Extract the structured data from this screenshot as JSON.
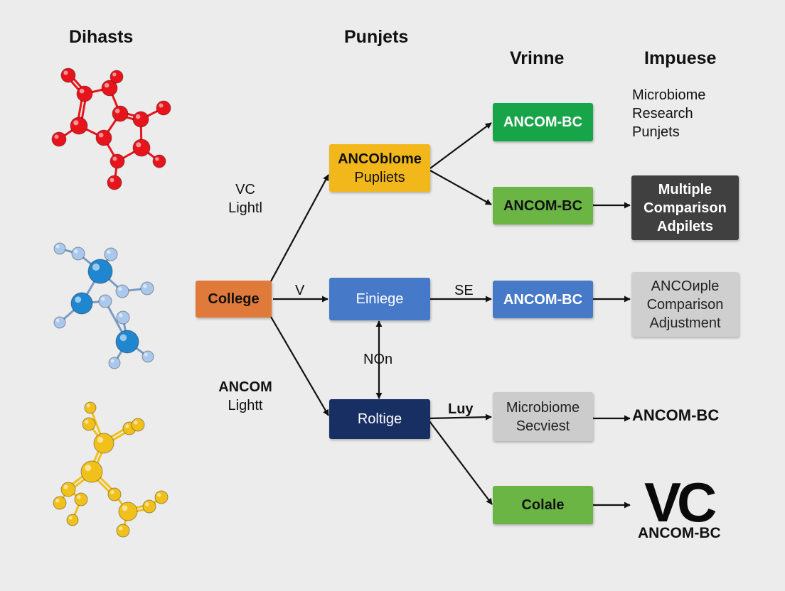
{
  "headers": {
    "col1": "Dihasts",
    "col2": "Punjets",
    "col3": "Vrinne",
    "col4": "Impuese"
  },
  "side_note": [
    "Microbiome",
    "Research",
    "Punjets"
  ],
  "edge_labels": {
    "vc_light": [
      "VC",
      "Lightl"
    ],
    "ancom_light": [
      "ANCOM",
      "Lightt"
    ],
    "v": "V",
    "se": "SE",
    "non": "NOn",
    "luy": "Luy"
  },
  "nodes": {
    "college": {
      "lines": [
        "College"
      ],
      "color": "#e07a3a",
      "text_color": "#111111"
    },
    "ancoblome": {
      "lines": [
        "ANCOblome",
        "Pupliets"
      ],
      "color": "#f2b71b",
      "text_color": "#111111"
    },
    "einige": {
      "lines": [
        "Einiege"
      ],
      "color": "#4779c9",
      "text_color": "#ffffff"
    },
    "roltige": {
      "lines": [
        "Roltige"
      ],
      "color": "#172f63",
      "text_color": "#ffffff"
    },
    "ancom_green1": {
      "lines": [
        "ANCOM-BC"
      ],
      "color": "#18a448",
      "text_color": "#ffffff"
    },
    "ancom_green2": {
      "lines": [
        "ANCOM-BC"
      ],
      "color": "#6bb545",
      "text_color": "#111111"
    },
    "ancom_blue": {
      "lines": [
        "ANCOM-BC"
      ],
      "color": "#4779c9",
      "text_color": "#ffffff"
    },
    "microbiome_grey": {
      "lines": [
        "Microbiome",
        "Seсviest"
      ],
      "color": "#cccccc",
      "text_color": "#222222"
    },
    "colale": {
      "lines": [
        "Colale"
      ],
      "color": "#6bb545",
      "text_color": "#111111"
    },
    "multiple": {
      "lines": [
        "Multiple",
        "Comparison",
        "Adpilets"
      ],
      "color": "#404040",
      "text_color": "#ffffff"
    },
    "adjustment": {
      "lines": [
        "ANCOиple",
        "Comparison",
        "Adjustment"
      ],
      "color": "#cfcfcf",
      "text_color": "#222222"
    }
  },
  "outputs": {
    "ancom_text": "ANCOM-BC",
    "vc_logo": "VC",
    "vc_caption": "ANCOM-BC"
  },
  "molecules": {
    "red": "#e8141b",
    "blue_center": "#1f86cf",
    "blue_light": "#a9c8ec",
    "yellow": "#f2c01a"
  }
}
